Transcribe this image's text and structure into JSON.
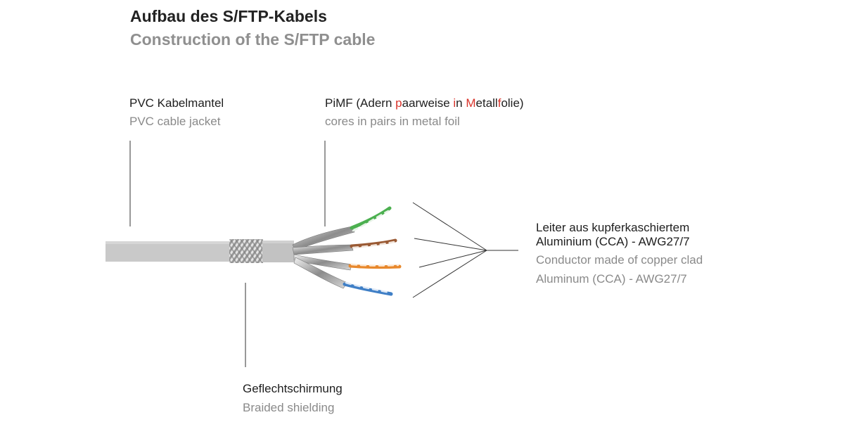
{
  "title": {
    "de": "Aufbau des S/FTP-Kabels",
    "en": "Construction of the S/FTP cable"
  },
  "labels": {
    "jacket": {
      "de": "PVC Kabelmantel",
      "en": "PVC cable jacket"
    },
    "pimf": {
      "de_parts": [
        {
          "text": "PiMF (Adern ",
          "hl": false
        },
        {
          "text": "p",
          "hl": true
        },
        {
          "text": "aarweise ",
          "hl": false
        },
        {
          "text": "i",
          "hl": true
        },
        {
          "text": "n ",
          "hl": false
        },
        {
          "text": "M",
          "hl": true
        },
        {
          "text": "etall",
          "hl": false
        },
        {
          "text": "f",
          "hl": true
        },
        {
          "text": "olie)",
          "hl": false
        }
      ],
      "en": "cores in pairs in metal foil"
    },
    "conductor": {
      "de_line1": "Leiter aus kupferkaschiertem",
      "de_line2": "Aluminium (CCA) - AWG27/7",
      "en_line1": "Conductor made of copper clad",
      "en_line2": "Aluminum (CCA) - AWG27/7"
    },
    "braid": {
      "de": "Geflechtschirmung",
      "en": "Braided shielding"
    }
  },
  "colors": {
    "highlight": "#d9342b",
    "jacket": "#c8c8c8",
    "pair_green": "#4cb050",
    "pair_brown": "#9a5a34",
    "pair_orange": "#e8882c",
    "pair_blue": "#3f7fc6"
  }
}
